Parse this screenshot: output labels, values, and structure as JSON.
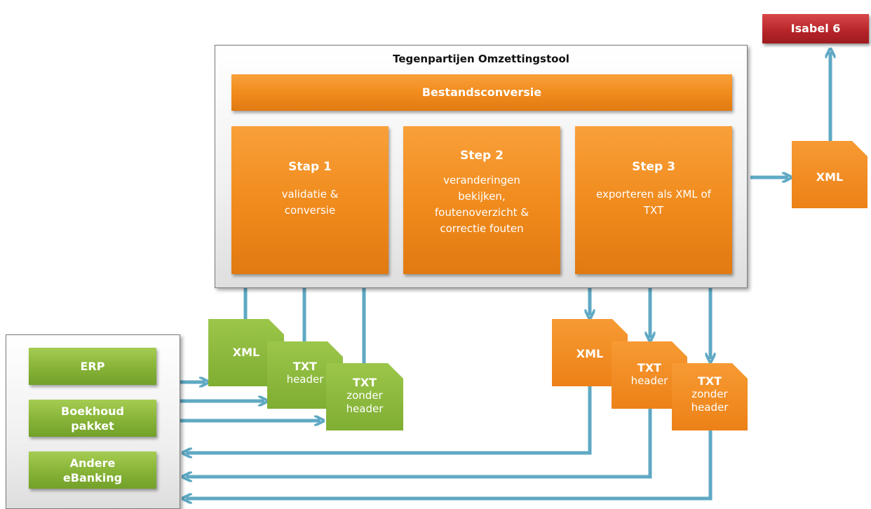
{
  "tool": {
    "title": "Tegenpartijen Omzettingstool",
    "conversion_bar": "Bestandsconversie",
    "steps": [
      {
        "title": "Stap 1",
        "description": "validatie & conversie"
      },
      {
        "title": "Step 2",
        "description": "veranderingen bekijken, foutenoverzicht & correctie fouten"
      },
      {
        "title": "Step 3",
        "description": "exporteren als XML of TXT"
      }
    ]
  },
  "target": {
    "label": "Isabel 6"
  },
  "output_xml": {
    "label": "XML"
  },
  "sources": [
    {
      "label": "ERP"
    },
    {
      "label": "Boekhoud pakket"
    },
    {
      "label": "Andere eBanking"
    }
  ],
  "input_files": [
    {
      "format": "XML",
      "sub": ""
    },
    {
      "format": "TXT",
      "sub": "header"
    },
    {
      "format": "TXT",
      "sub": "zonder header"
    }
  ],
  "output_files": [
    {
      "format": "XML",
      "sub": ""
    },
    {
      "format": "TXT",
      "sub": "header"
    },
    {
      "format": "TXT",
      "sub": "zonder header"
    }
  ],
  "colors": {
    "orange": "#f08a1c",
    "green": "#86b337",
    "red": "#b52327",
    "arrow": "#5fa9c4",
    "grey_border": "#7a7a7a"
  }
}
